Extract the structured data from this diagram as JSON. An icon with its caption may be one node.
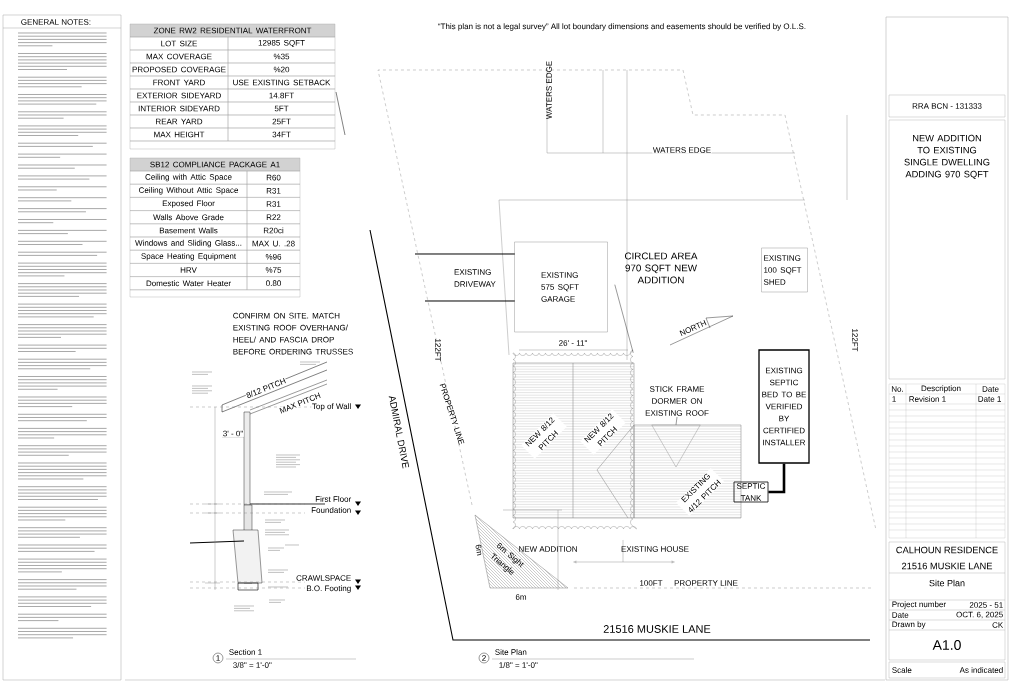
{
  "diagram": {
    "nodes": [
      {
        "text": [
          "EXISTING 575 SQFT GARAGE"
        ]
      },
      {
        "text": [
          "EXISTING 100 SQFT SHED"
        ]
      },
      {
        "text": [
          "CIRCLED AREA 970 SQFT NEW ADDITION"
        ]
      },
      {
        "text": [],
        "shape": "cloud"
      },
      {
        "text": [
          "STICK FRAME DORMER ON EXISTING ROOF"
        ]
      },
      {
        "text": [],
        "shape": "triangle"
      },
      {
        "text": [
          "EXISTING SEPTIC BED TO BE VERIFIED BY CERTIFIED INSTALLER"
        ]
      },
      {
        "text": [
          "SEPTIC TANK"
        ]
      },
      {
        "text": [
          "6m Sight Triangle"
        ]
      }
    ],
    "edges": [
      {
        "from": 2,
        "to": 3,
        "arrow": "none"
      },
      {
        "from": 4,
        "to": 5,
        "arrow": "none"
      },
      {
        "from": 6,
        "to": 7,
        "arrow": "none",
        "style": "thick"
      }
    ],
    "labels": [
      "GENERAL NOTES:",
      "ZONE RW2 RESIDENTIAL WATERFRONT",
      "LOT SIZE",
      "12985 SQFT",
      "MAX COVERAGE",
      "%35",
      "PROPOSED COVERAGE",
      "%20",
      "FRONT YARD",
      "USE EXISTING SETBACK",
      "EXTERIOR SIDEYARD",
      "14.8FT",
      "INTERIOR SIDEYARD",
      "5FT",
      "REAR YARD",
      "25FT",
      "MAX HEIGHT",
      "34FT",
      "SB12 COMPLIANCE PACKAGE A1",
      "Ceiling with Attic Space",
      "R60",
      "Ceiling Without Attic Space",
      "R31",
      "Exposed Floor",
      "R31",
      "Walls Above Grade",
      "R22",
      "Basement Walls",
      "R20ci",
      "Windows and Sliding Glass...",
      "MAX U. .28",
      "Space Heating Equipment",
      "%96",
      "HRV",
      "%75",
      "Domestic Water Heater",
      "0.80",
      "“This plan is not a legal survey” All lot boundary dimensions and easements should be verified by O.L.S.",
      "RRA BCN - 131333",
      "NEW ADDITION TO EXISTING SINGLE DWELLING ADDING 970 SQFT",
      "No.",
      "Description",
      "Date",
      "1",
      "Revision 1",
      "Date 1",
      "CALHOUN RESIDENCE",
      "21516 MUSKIE LANE",
      "Site Plan",
      "Project number",
      "2025 - 51",
      "Date",
      "OCT. 6, 2025",
      "Drawn by",
      "CK",
      "A1.0",
      "Scale",
      "As indicated",
      "WATERS EDGE",
      "WATERS EDGE",
      "EXISTING DRIVEWAY",
      "NORTH",
      "122FT",
      "122FT",
      "PROPERTY LINE",
      "NEW 8/12 PITCH",
      "NEW 8/12 PITCH",
      "EXISTING 4/12 PITCH",
      "NEW ADDITION",
      "EXISTING HOUSE",
      "100FT",
      "PROPERTY LINE",
      "6m",
      "6m",
      "ADMIRAL DRIVE",
      "21516 MUSKIE LANE",
      "2",
      "Site Plan",
      "1/8\" = 1'-0\"",
      "26' - 11\"",
      "CONFIRM ON SITE. MATCH EXISTING ROOF OVERHANG/ HEEL/ AND FASCIA DROP BEFORE ORDERING TRUSSES",
      "8/12 PITCH",
      "MAX PITCH",
      "Top of Wall",
      "3' - 0\"",
      "First Floor",
      "Foundation",
      "CRAWLSPACE",
      "B.O. Footing",
      "1",
      "Section 1",
      "3/8\" = 1'-0\""
    ]
  }
}
